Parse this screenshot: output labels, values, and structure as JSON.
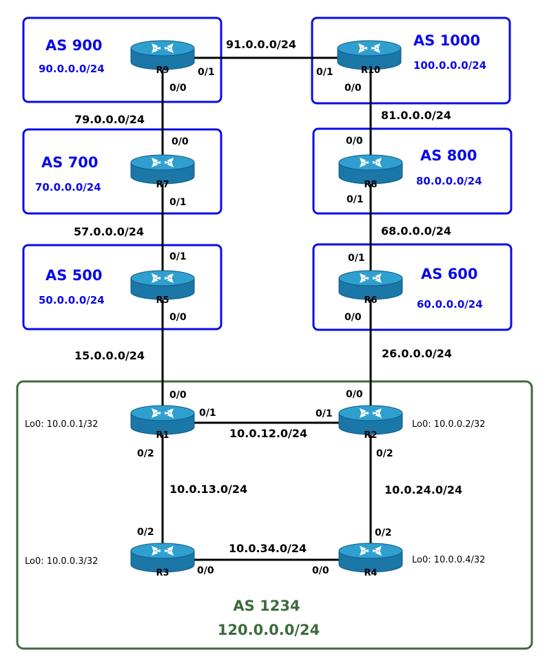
{
  "colors": {
    "as_box": "#0a0ae6",
    "as_text": "#0a0ae6",
    "core_box": "#3c6b3c",
    "core_text": "#3c6b3c",
    "router_top": "#2f9fd0",
    "router_side": "#1a77a8",
    "link": "#000000"
  },
  "as_boxes": [
    {
      "id": "as900",
      "name": "AS 900",
      "prefix": "90.0.0.0/24"
    },
    {
      "id": "as1000",
      "name": "AS 1000",
      "prefix": "100.0.0.0/24"
    },
    {
      "id": "as700",
      "name": "AS 700",
      "prefix": "70.0.0.0/24"
    },
    {
      "id": "as800",
      "name": "AS 800",
      "prefix": "80.0.0.0/24"
    },
    {
      "id": "as500",
      "name": "AS 500",
      "prefix": "50.0.0.0/24"
    },
    {
      "id": "as600",
      "name": "AS 600",
      "prefix": "60.0.0.0/24"
    }
  ],
  "core": {
    "name": "AS 1234",
    "prefix": "120.0.0.0/24"
  },
  "routers": [
    {
      "id": "R9",
      "label": "R9"
    },
    {
      "id": "R10",
      "label": "R10"
    },
    {
      "id": "R7",
      "label": "R7"
    },
    {
      "id": "R8",
      "label": "R8"
    },
    {
      "id": "R5",
      "label": "R5"
    },
    {
      "id": "R6",
      "label": "R6"
    },
    {
      "id": "R1",
      "label": "R1",
      "loopback": "Lo0: 10.0.0.1/32"
    },
    {
      "id": "R2",
      "label": "R2",
      "loopback": "Lo0: 10.0.0.2/32"
    },
    {
      "id": "R3",
      "label": "R3",
      "loopback": "Lo0: 10.0.0.3/32"
    },
    {
      "id": "R4",
      "label": "R4",
      "loopback": "Lo0: 10.0.0.4/32"
    }
  ],
  "links": [
    {
      "id": "r9-r10",
      "subnet": "91.0.0.0/24",
      "if_a": "0/1",
      "if_b": "0/1"
    },
    {
      "id": "r9-r7",
      "subnet": "79.0.0.0/24",
      "if_a": "0/0",
      "if_b": "0/0"
    },
    {
      "id": "r10-r8",
      "subnet": "81.0.0.0/24",
      "if_a": "0/0",
      "if_b": "0/0"
    },
    {
      "id": "r7-r5",
      "subnet": "57.0.0.0/24",
      "if_a": "0/1",
      "if_b": "0/1"
    },
    {
      "id": "r8-r6",
      "subnet": "68.0.0.0/24",
      "if_a": "0/1",
      "if_b": "0/1"
    },
    {
      "id": "r5-r1",
      "subnet": "15.0.0.0/24",
      "if_a": "0/0",
      "if_b": "0/0"
    },
    {
      "id": "r6-r2",
      "subnet": "26.0.0.0/24",
      "if_a": "0/0",
      "if_b": "0/0"
    },
    {
      "id": "r1-r2",
      "subnet": "10.0.12.0/24",
      "if_a": "0/1",
      "if_b": "0/1"
    },
    {
      "id": "r1-r3",
      "subnet": "10.0.13.0/24",
      "if_a": "0/2",
      "if_b": "0/2"
    },
    {
      "id": "r2-r4",
      "subnet": "10.0.24.0/24",
      "if_a": "0/2",
      "if_b": "0/2"
    },
    {
      "id": "r3-r4",
      "subnet": "10.0.34.0/24",
      "if_a": "0/0",
      "if_b": "0/0"
    }
  ]
}
